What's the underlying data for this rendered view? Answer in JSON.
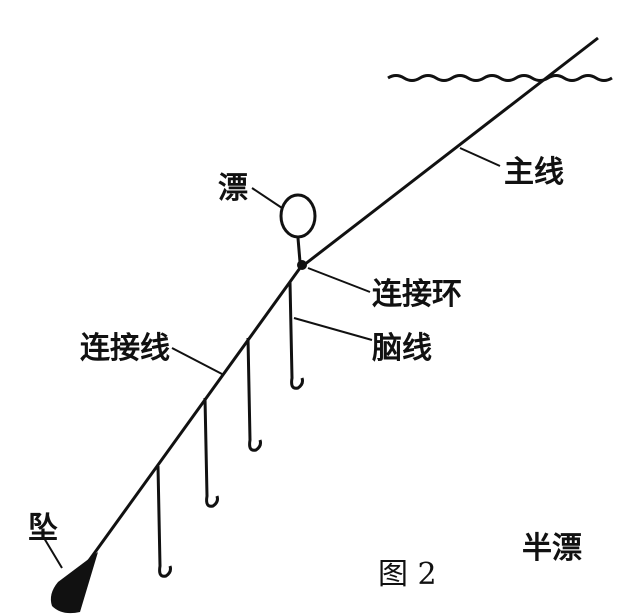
{
  "labels": {
    "main_line": "主线",
    "float": "漂",
    "connector_ring": "连接环",
    "connecting_line": "连接线",
    "branch_line": "脑线",
    "sinker": "坠"
  },
  "caption": "图 2",
  "title": "半漂"
}
